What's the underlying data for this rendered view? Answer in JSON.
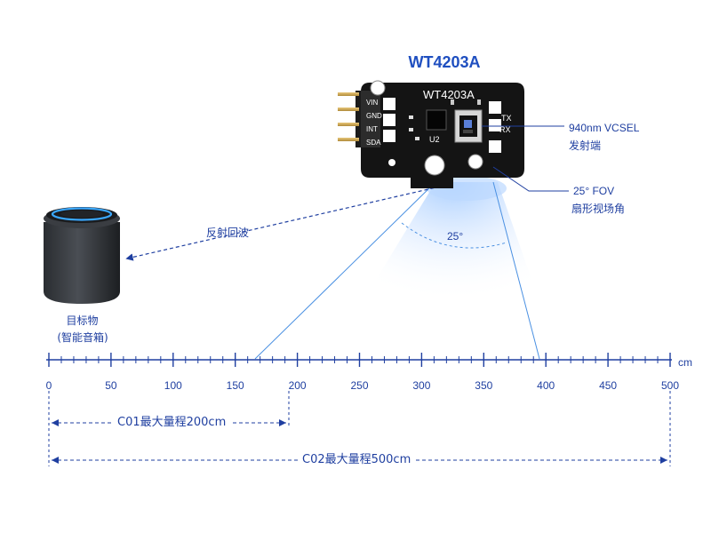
{
  "title": "WT4203A",
  "board": {
    "silkscreen_name": "WT4203A",
    "pins": [
      "VIN",
      "GND",
      "INT",
      "SDA"
    ],
    "u2": "U2",
    "tx": "TX",
    "rx": "RX"
  },
  "annotations": {
    "vcsel_line1": "940nm VCSEL",
    "vcsel_line2": "发射端",
    "fov_line1": "25° FOV",
    "fov_line2": "扇形视场角",
    "angle": "25°",
    "reflect": "反射回波",
    "target_line1": "目标物",
    "target_line2": "(智能音箱)"
  },
  "ruler": {
    "unit": "cm",
    "labels": [
      "0",
      "50",
      "100",
      "150",
      "200",
      "250",
      "300",
      "350",
      "400",
      "450",
      "500"
    ]
  },
  "ranges": {
    "c01": "C01最大量程200cm",
    "c02": "C02最大量程500cm"
  },
  "colors": {
    "accent": "#1f3fa0",
    "line": "#4a90e2",
    "board": "#141414"
  }
}
